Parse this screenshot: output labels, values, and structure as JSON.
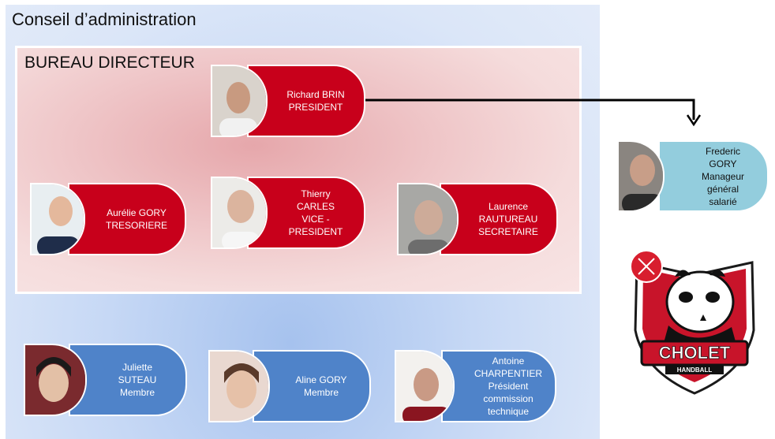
{
  "board": {
    "title": "Conseil d’administration"
  },
  "bureau": {
    "title": "BUREAU DIRECTEUR"
  },
  "members": {
    "brin": {
      "line1": "Richard BRIN",
      "line2": "PRESIDENT"
    },
    "gory_a": {
      "line1": "Aurélie GORY",
      "line2": "TRESORIERE"
    },
    "carles": {
      "line1": "Thierry",
      "line2": "CARLES",
      "line3": "VICE -",
      "line4": "PRESIDENT"
    },
    "rautureau": {
      "line1": "Laurence",
      "line2": "RAUTUREAU",
      "line3": "SECRETAIRE"
    },
    "gory_f": {
      "line1": "Frederic",
      "line2": "GORY",
      "line3": "Manageur",
      "line4": "général",
      "line5": "salarié"
    },
    "suteau": {
      "line1": "Juliette",
      "line2": "SUTEAU",
      "line3": "Membre"
    },
    "gory_al": {
      "line1": "Aline GORY",
      "line2": "Membre"
    },
    "charpentier": {
      "line1": "Antoine",
      "line2": "CHARPENTIER",
      "line3": "Président",
      "line4": "commission",
      "line5": "technique"
    }
  },
  "logo": {
    "text_main": "CHOLET",
    "text_sub": "HANDBALL"
  },
  "colors": {
    "bureau_card": "#c8001b",
    "member_card": "#4f83c9",
    "manager_card": "#93cddd"
  }
}
